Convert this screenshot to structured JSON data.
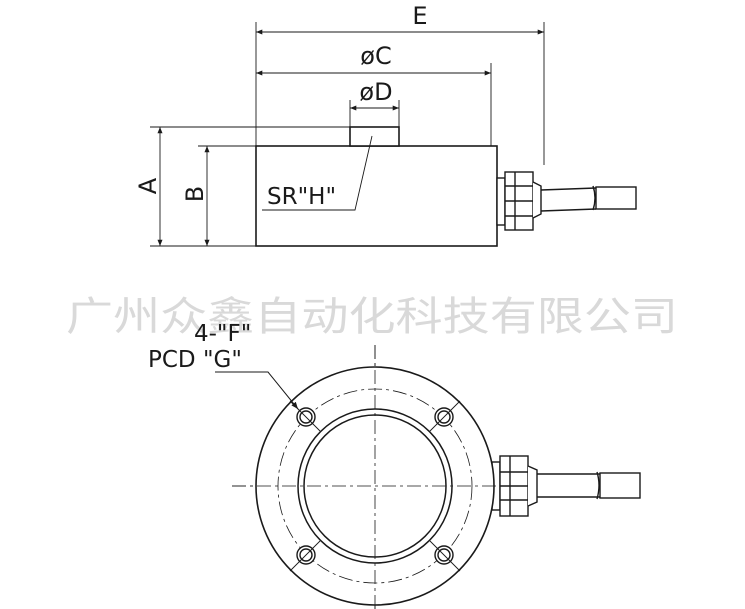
{
  "side_view": {
    "dim_E": "E",
    "dim_C": "øC",
    "dim_D": "øD",
    "dim_A": "A",
    "dim_B": "B",
    "sphere_radius": "SR\"H\""
  },
  "top_view": {
    "holes": "4-\"F\"",
    "pcd": "PCD \"G\""
  },
  "watermark": "广州众鑫自动化科技有限公司",
  "colors": {
    "line": "#1a1a1a",
    "body_fill": "#ffffff",
    "watermark": "#d9d9d9"
  }
}
